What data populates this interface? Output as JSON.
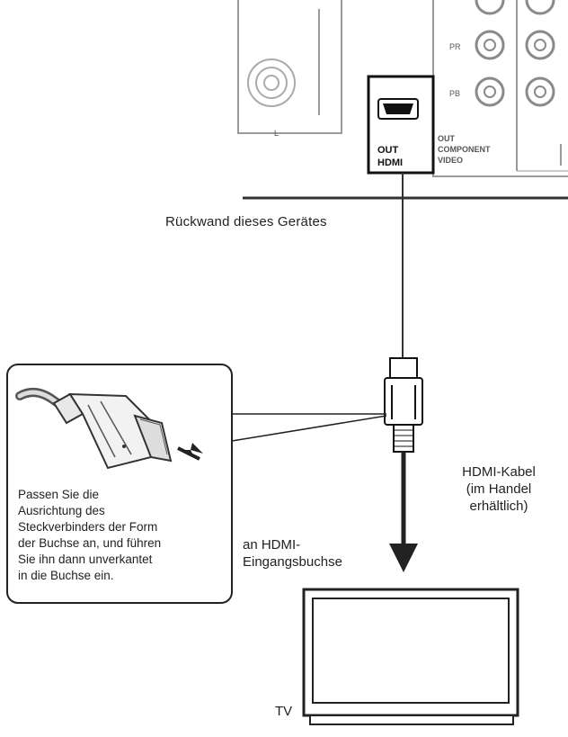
{
  "panel": {
    "out_hdmi_line1": "OUT",
    "out_hdmi_line2": "HDMI",
    "component_line1": "OUT",
    "component_line2": "COMPONENT",
    "component_line3": "VIDEO",
    "pr_label": "PR",
    "pb_label": "PB",
    "l_label": "L"
  },
  "labels": {
    "rear_panel": "Rückwand dieses Gerätes",
    "cable_line1": "HDMI-Kabel",
    "cable_line2": "(im Handel",
    "cable_line3": "erhältlich)",
    "input_line1": "an HDMI-",
    "input_line2": "Eingangsbuchse",
    "tv": "TV"
  },
  "callout": {
    "lines": [
      "Passen Sie die",
      "Ausrichtung des",
      "Steckverbinders der Form",
      "der Buchse an, und führen",
      "Sie ihn dann unverkantet",
      "in die Buchse ein."
    ]
  },
  "colors": {
    "line": "#333333",
    "panel_line": "#9a9a9a",
    "arrow": "#222222"
  }
}
